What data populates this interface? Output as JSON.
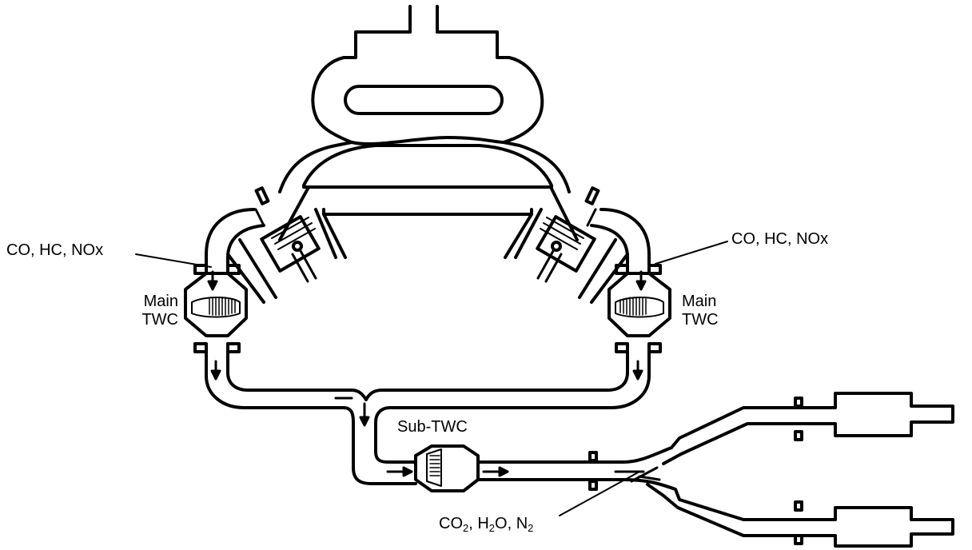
{
  "labels": {
    "left_pollutants": "CO, HC, NOx",
    "right_pollutants": "CO, HC, NOx",
    "left_main_line1": "Main",
    "left_main_line2": "TWC",
    "right_main_line1": "Main",
    "right_main_line2": "TWC",
    "sub_twc": "Sub-TWC",
    "out_co": "CO",
    "out_co_sub": "2",
    "out_h": ", H",
    "out_h_sub": "2",
    "out_o": "O, N",
    "out_n_sub": "2"
  },
  "colors": {
    "line": "#000000",
    "background": "#ffffff"
  }
}
